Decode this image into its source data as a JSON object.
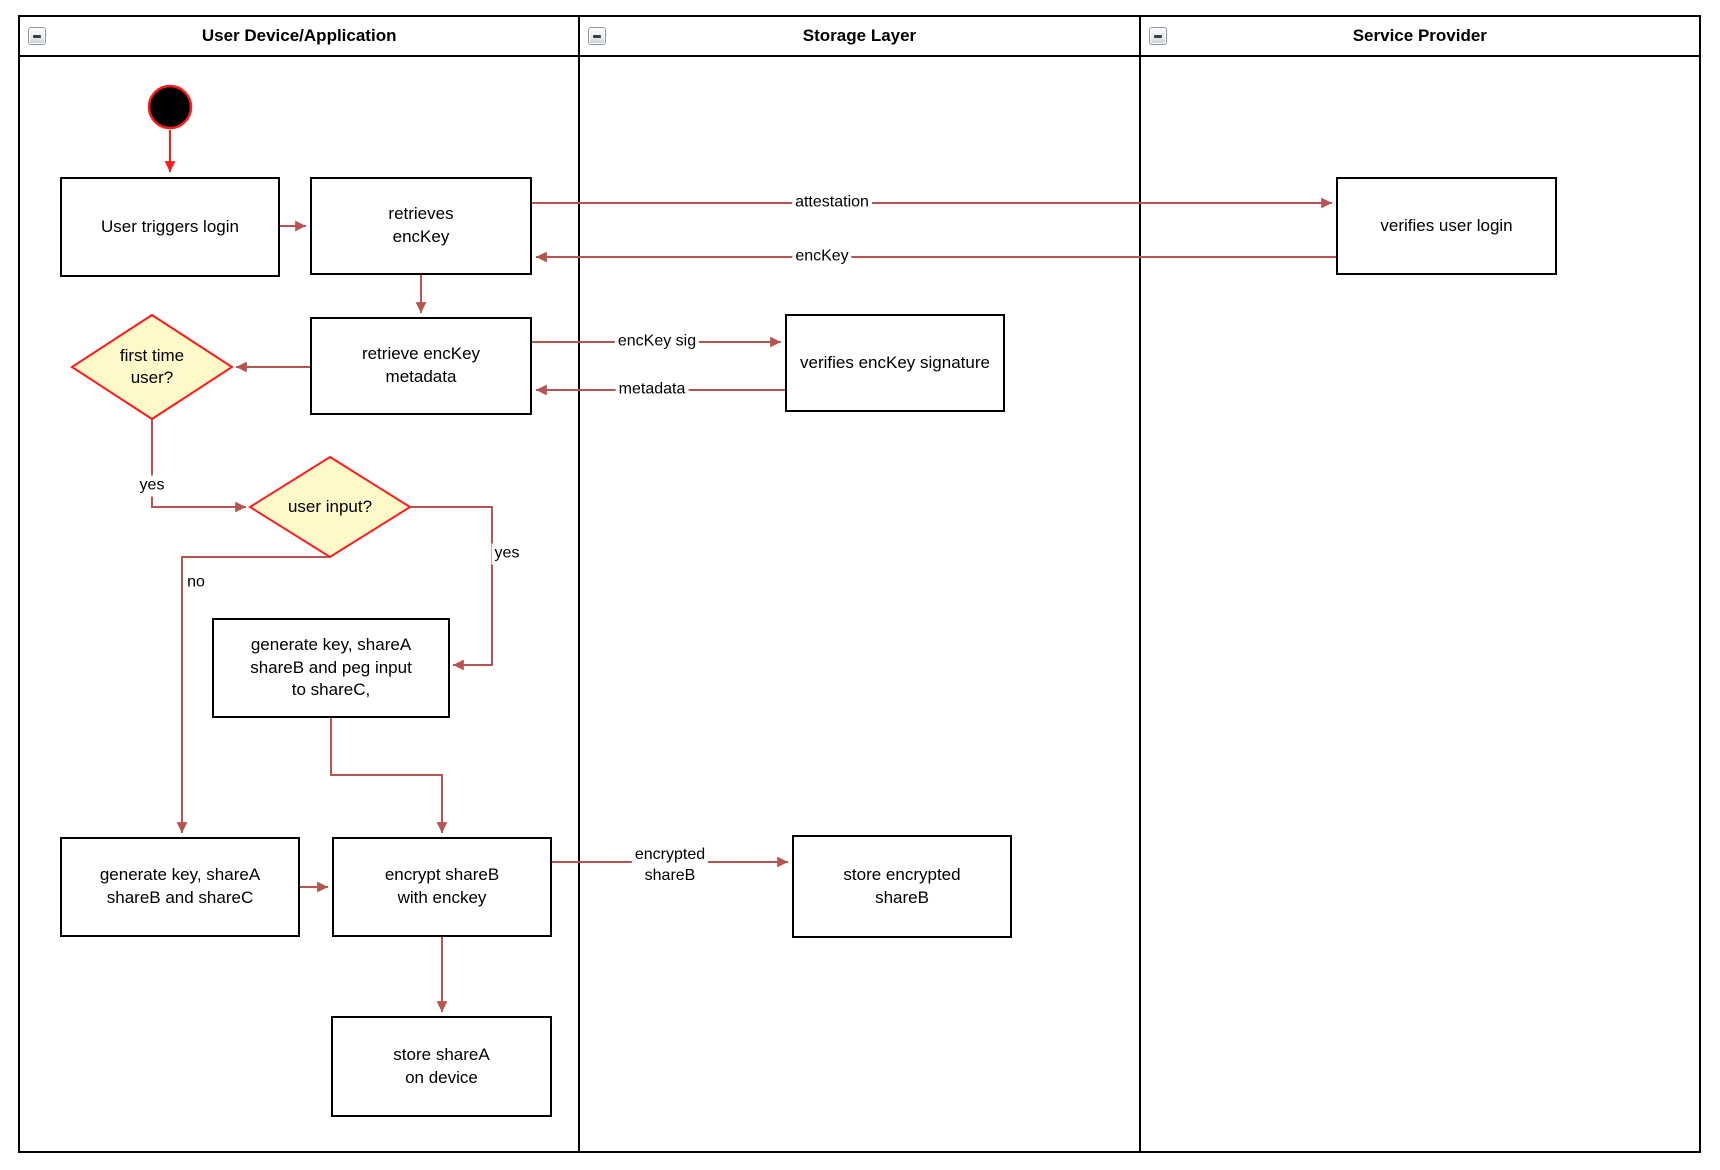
{
  "diagram": {
    "type": "uml-activity-swimlane",
    "lanes": [
      {
        "title": "User Device/Application"
      },
      {
        "title": "Storage Layer"
      },
      {
        "title": "Service Provider"
      }
    ],
    "icons": {
      "collapse": "collapse-lane-minus-button"
    }
  },
  "nodes": {
    "start": "initial-state",
    "user_triggers_login": "User triggers login",
    "retrieves_enckey": "retrieves\nencKey",
    "verifies_user_login": "verifies user login",
    "retrieve_enckey_metadata": "retrieve encKey\nmetadata",
    "verifies_enckey_signature": "verifies encKey signature",
    "first_time_user": "first time\nuser?",
    "user_input": "user input?",
    "generate_key_peg_input": "generate key, shareA\nshareB and peg input\nto shareC,",
    "generate_key_sharec": "generate key, shareA\nshareB and shareC",
    "encrypt_shareb": "encrypt shareB\nwith enckey",
    "store_encrypted_shareb": "store encrypted\nshareB",
    "store_sharea_on_device": "store shareA\non device"
  },
  "edge_labels": {
    "attestation": "attestation",
    "enckey": "encKey",
    "enckey_sig": "encKey sig",
    "metadata": "metadata",
    "first_time_yes": "yes",
    "user_input_yes": "yes",
    "user_input_no": "no",
    "encrypted_shareb": "encrypted\nshareB"
  },
  "colors": {
    "connector": "#B85450",
    "accent_red": "#FF1A1A",
    "decision_fill": "#FDF9C8",
    "node_fill": "#FFFFFF",
    "node_border": "#000000"
  }
}
